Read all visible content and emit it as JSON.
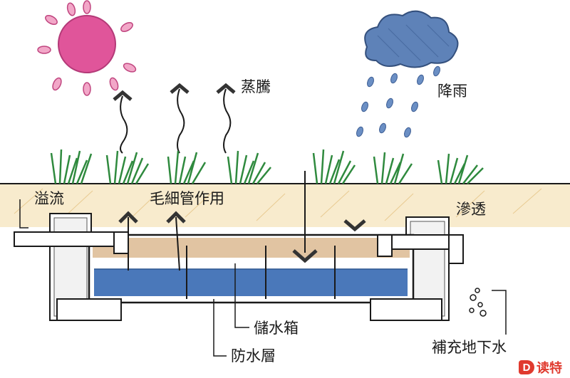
{
  "labels": {
    "evaporation": "蒸騰",
    "rainfall": "降雨",
    "overflow": "溢流",
    "capillary": "毛細管作用",
    "infiltration": "滲透",
    "storage_tank": "儲水箱",
    "waterproof_layer": "防水層",
    "groundwater_recharge": "補充地下水"
  },
  "watermark": {
    "badge": "D",
    "text": "读特"
  },
  "colors": {
    "sun": "#e0559a",
    "cloud": "#5e82b8",
    "rain": "#5a7fb5",
    "grass": "#2f8a3e",
    "soil": "#f0d8a6",
    "water": "#3f6fb5",
    "gravel": "#c79d6a",
    "ink": "#1a1a1a"
  }
}
